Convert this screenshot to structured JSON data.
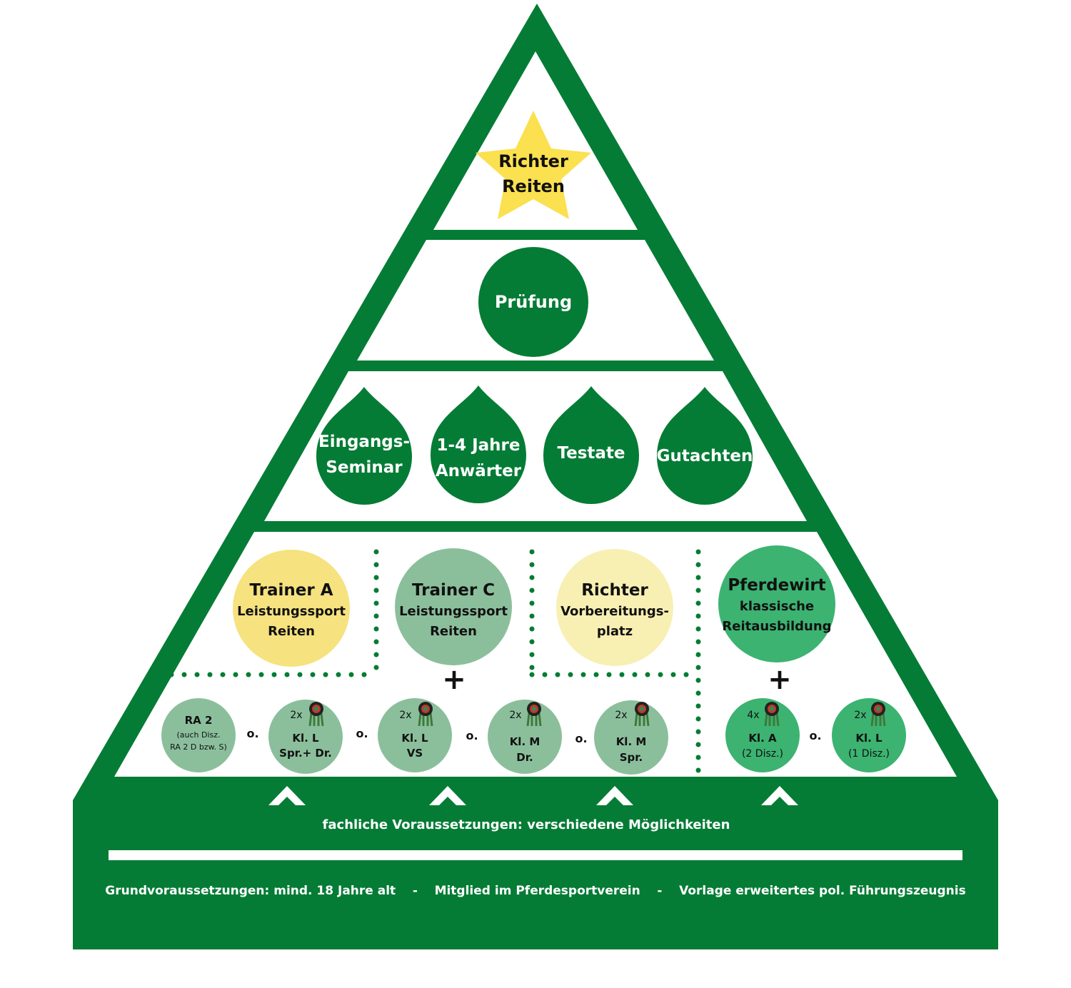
{
  "colors": {
    "pyramid_green": "#047c35",
    "mid_green": "#3cb371",
    "sage": "#8bbf9c",
    "yellow": "#f6e27e",
    "pale_yellow": "#f8efb2",
    "star": "#fbe04f"
  },
  "tiers": {
    "top": {
      "line1": "Richter",
      "line2": "Reiten",
      "icon": "star-icon"
    },
    "exam": {
      "label": "Prüfung"
    },
    "requirements": {
      "drops": [
        {
          "line1": "Eingangs-",
          "line2": "Seminar"
        },
        {
          "line1": "1-4 Jahre",
          "line2": "Anwärter"
        },
        {
          "line1": "Testate",
          "line2": ""
        },
        {
          "line1": "Gutachten",
          "line2": ""
        }
      ]
    },
    "qualifications": {
      "circles": [
        {
          "title": "Trainer A",
          "line2": "Leistungssport",
          "line3": "Reiten"
        },
        {
          "title": "Trainer C",
          "line2": "Leistungssport",
          "line3": "Reiten"
        },
        {
          "title": "Richter",
          "line2": "Vorbereitungs-",
          "line3": "platz"
        },
        {
          "title": "Pferdewirt",
          "line2": "klassische",
          "line3": "Reitausbildung"
        }
      ],
      "plus": "+"
    },
    "achievements": {
      "ra": {
        "title": "RA 2",
        "note1": "(auch  Disz.",
        "note2": "RA 2 D bzw. S)"
      },
      "badges": [
        {
          "count": "2x",
          "line1": "Kl. L",
          "line2": "Spr.+ Dr."
        },
        {
          "count": "2x",
          "line1": "Kl. L",
          "line2": "VS"
        },
        {
          "count": "2x",
          "line1": "Kl. M",
          "line2": "Dr."
        },
        {
          "count": "2x",
          "line1": "Kl. M",
          "line2": "Spr."
        },
        {
          "count": "4x",
          "line1": "Kl. A",
          "line2": "(2 Disz.)"
        },
        {
          "count": "2x",
          "line1": "Kl. L",
          "line2": "(1 Disz.)"
        }
      ],
      "or": "o."
    }
  },
  "base": {
    "fachlich": "fachliche Voraussetzungen: verschiedene Möglichkeiten",
    "grund": "Grundvoraussetzungen: mind. 18 Jahre alt    -    Mitglied im Pferdesportverein    -    Vorlage erweitertes pol. Führungszeugnis"
  }
}
